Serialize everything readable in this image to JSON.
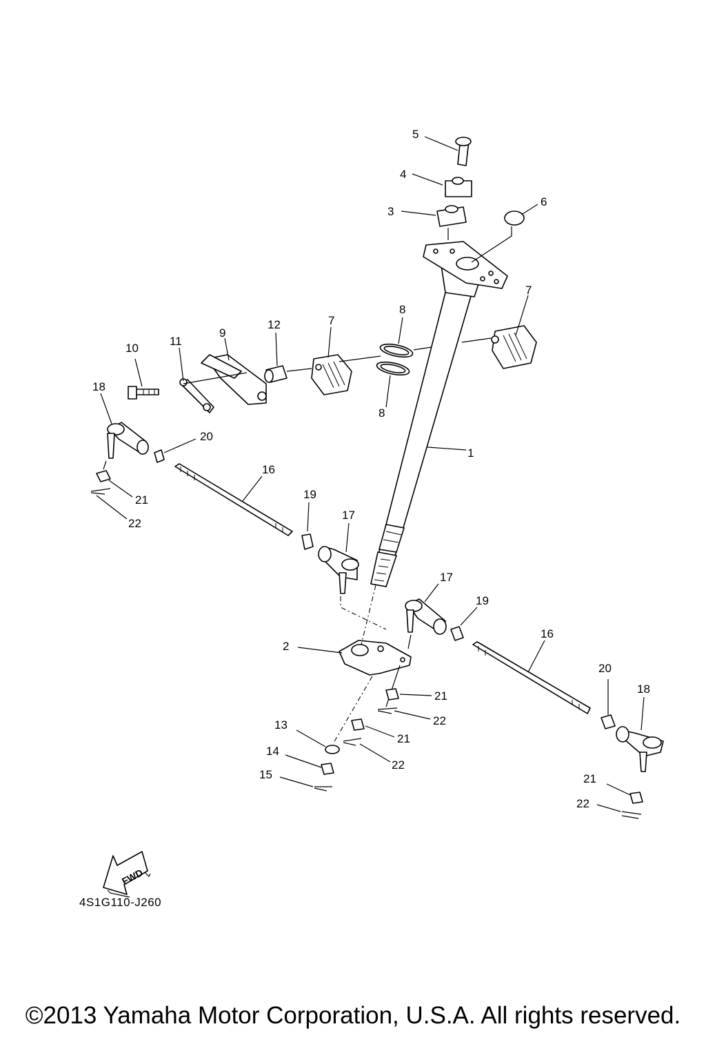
{
  "callouts": {
    "c1": "1",
    "c2": "2",
    "c3": "3",
    "c4": "4",
    "c5": "5",
    "c6": "6",
    "c7a": "7",
    "c7b": "7",
    "c8a": "8",
    "c8b": "8",
    "c9": "9",
    "c10": "10",
    "c11": "11",
    "c12": "12",
    "c13": "13",
    "c14": "14",
    "c15": "15",
    "c16a": "16",
    "c16b": "16",
    "c17a": "17",
    "c17b": "17",
    "c18a": "18",
    "c18b": "18",
    "c19a": "19",
    "c19b": "19",
    "c20a": "20",
    "c20b": "20",
    "c21a": "21",
    "c21b": "21",
    "c21c": "21",
    "c21d": "21",
    "c22a": "22",
    "c22b": "22",
    "c22c": "22",
    "c22d": "22"
  },
  "fwd_arrow": {
    "label": "FWD"
  },
  "diagram_code": "4S1G110-J260",
  "copyright": "©2013 Yamaha Motor Corporation, U.S.A. All rights reserved."
}
